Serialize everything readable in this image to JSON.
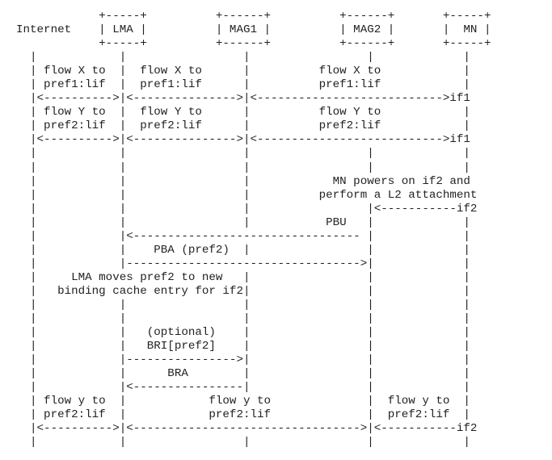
{
  "figure": {
    "lines": [
      "            +-----+          +------+          +------+       +-----+",
      "Internet    | LMA |          | MAG1 |          | MAG2 |       |  MN |",
      "            +-----+          +------+          +------+       +-----+",
      "  |            |                 |                 |             |",
      "  | flow X to  |  flow X to      |          flow X to            |",
      "  | pref1:lif  |  pref1:lif      |          pref1:lif            |",
      "  |<---------->|<--------------->|<--------------------------->if1",
      "  | flow Y to  |  flow Y to      |          flow Y to            |",
      "  | pref2:lif  |  pref2:lif      |          pref2:lif            |",
      "  |<---------->|<--------------->|<--------------------------->if1",
      "  |            |                 |                 |             |",
      "  |            |                 |                 |             |",
      "  |            |                 |            MN powers on if2 and",
      "  |            |                 |          perform a L2 attachment",
      "  |            |                 |                 |<-----------if2",
      "  |            |                 |           PBU   |             |",
      "  |            |<--------------------------------- |             |",
      "  |            |    PBA (pref2)  |                 |             |",
      "  |            |---------------------------------->|             |",
      "  |     LMA moves pref2 to new   |                 |             |",
      "  |   binding cache entry for if2|                 |             |",
      "  |            |                 |                 |             |",
      "  |            |                 |                 |             |",
      "  |            |   (optional)    |                 |             |",
      "  |            |   BRI[pref2]    |                 |             |",
      "  |            |---------------->|                 |             |",
      "  |            |      BRA        |                 |             |",
      "  |            |<----------------|                 |             |",
      "  | flow y to  |            flow y to              |  flow y to  |",
      "  | pref2:lif  |            pref2:lif              |  pref2:lif  |",
      "  |<---------->|<--------------------------------->|<-----------if2",
      "  |            |                 |                 |             |"
    ]
  }
}
